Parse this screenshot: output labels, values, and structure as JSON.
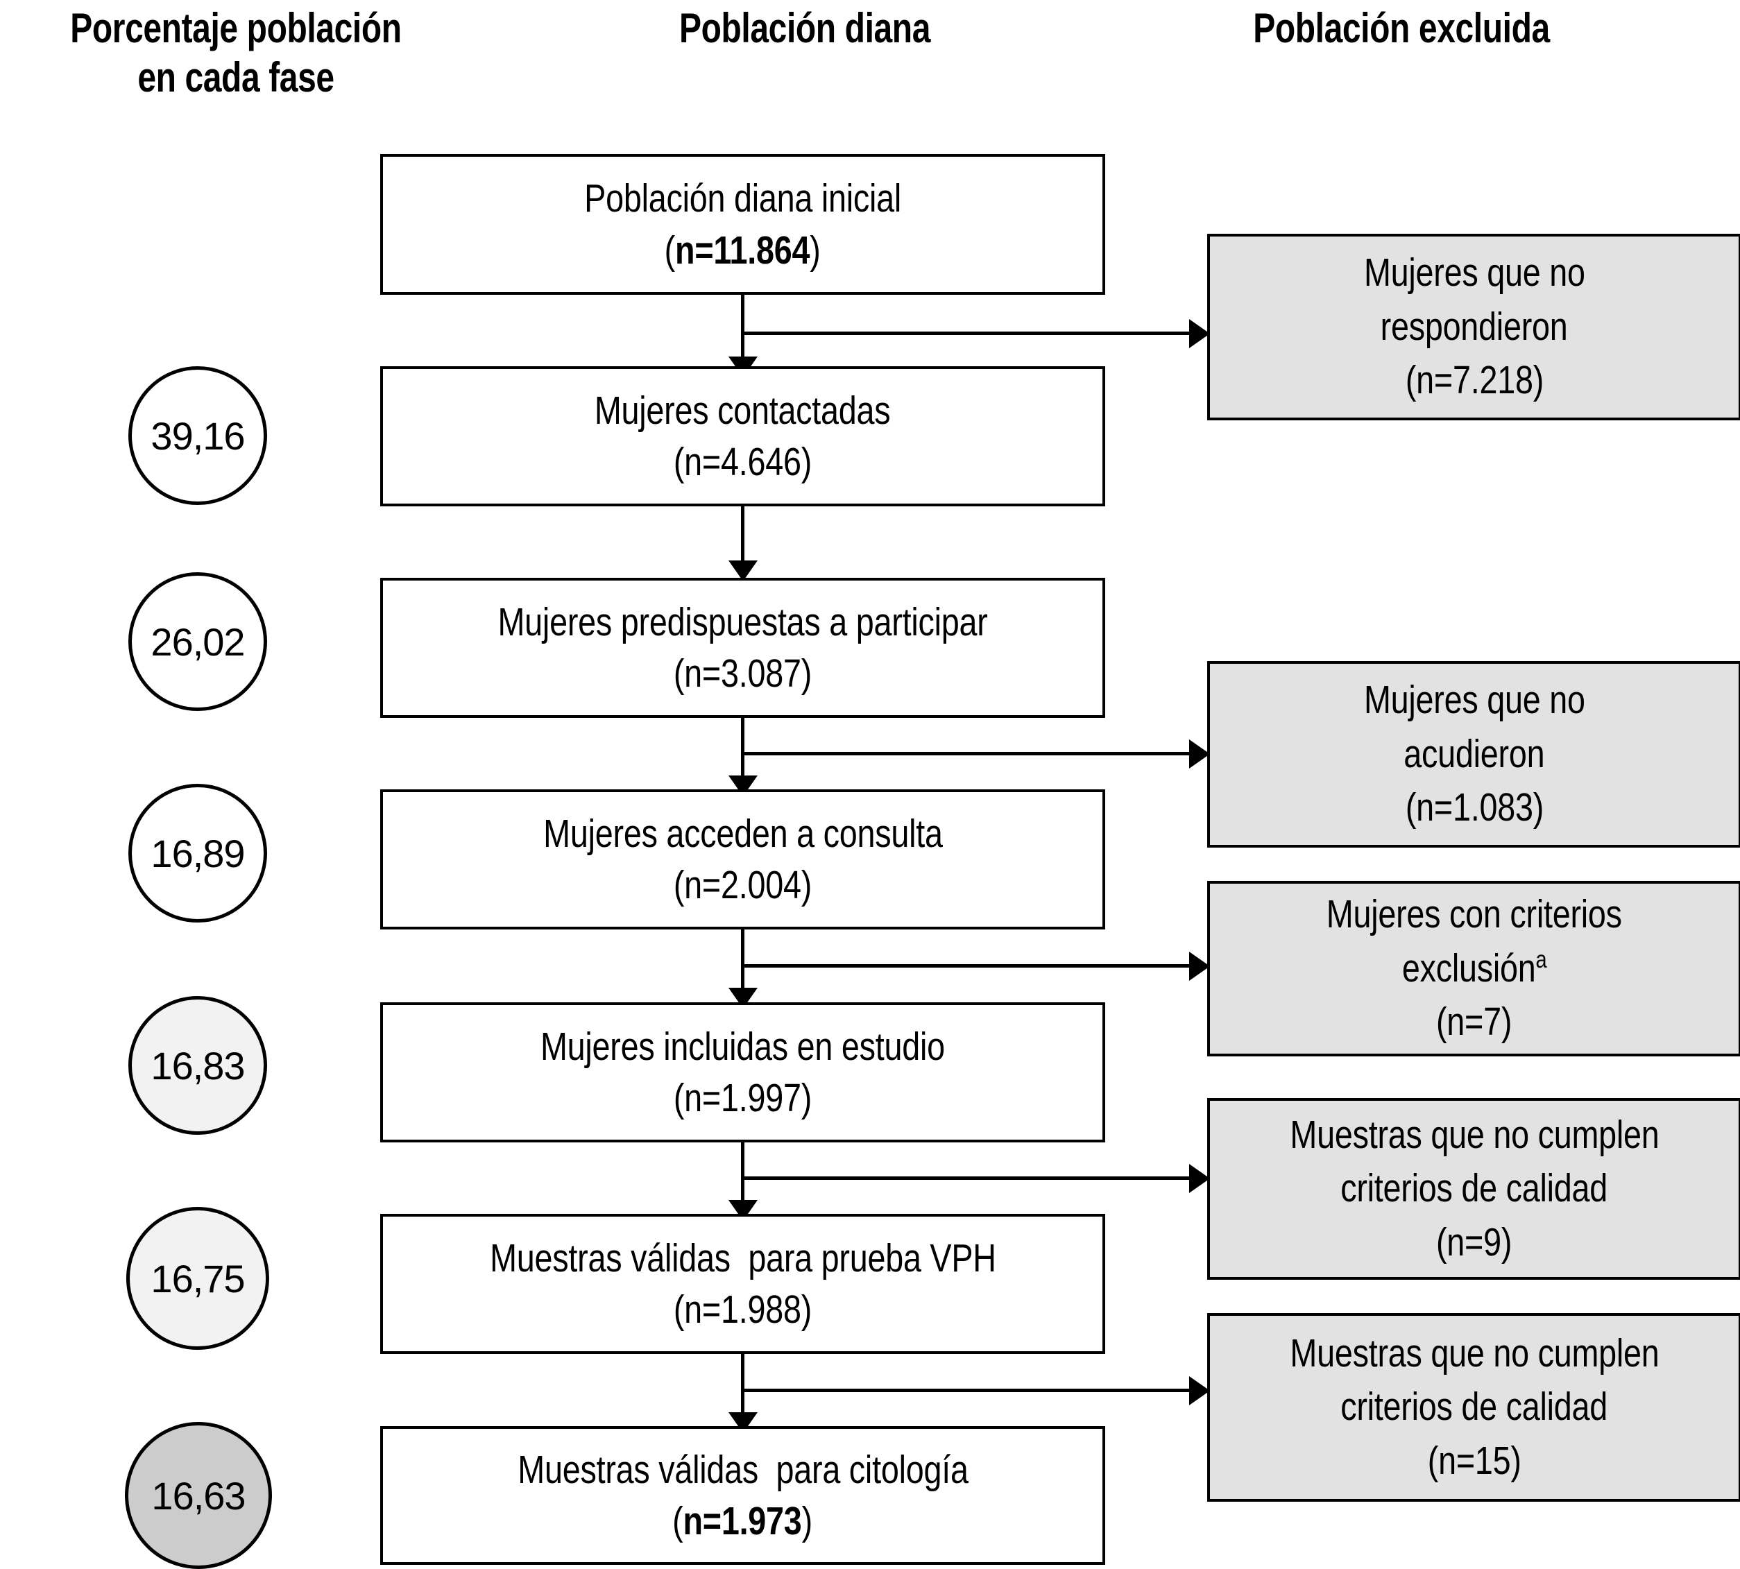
{
  "headers": {
    "percent": "Porcentaje población\nen cada fase",
    "percent_line1": "Porcentaje población",
    "percent_line2": "en cada fase",
    "target": "Población diana",
    "excluded": "Población excluida"
  },
  "percent_circles": [
    {
      "value": "39,16",
      "fill": "#ffffff"
    },
    {
      "value": "26,02",
      "fill": "#ffffff"
    },
    {
      "value": "16,89",
      "fill": "#ffffff"
    },
    {
      "value": "16,83",
      "fill": "#f2f2f2"
    },
    {
      "value": "16,75",
      "fill": "#f2f2f2"
    },
    {
      "value": "16,63",
      "fill": "#cccccc"
    }
  ],
  "flow_nodes": [
    {
      "label": "Población diana inicial",
      "n_prefix": "(",
      "n_text": "n=11.864",
      "n_suffix": ")",
      "n_bold": true
    },
    {
      "label": "Mujeres contactadas",
      "n_prefix": "(",
      "n_text": "n=4.646",
      "n_suffix": ")",
      "n_bold": false
    },
    {
      "label": "Mujeres predispuestas a participar",
      "n_prefix": "(",
      "n_text": "n=3.087",
      "n_suffix": ")",
      "n_bold": false
    },
    {
      "label": "Mujeres acceden a consulta",
      "n_prefix": "(",
      "n_text": "n=2.004",
      "n_suffix": ")",
      "n_bold": false
    },
    {
      "label": "Mujeres incluidas en estudio",
      "n_prefix": "(",
      "n_text": "n=1.997",
      "n_suffix": ")",
      "n_bold": false
    },
    {
      "label": "Muestras válidas  para prueba VPH",
      "n_prefix": "(",
      "n_text": "n=1.988",
      "n_suffix": ")",
      "n_bold": false
    },
    {
      "label": "Muestras válidas  para citología",
      "n_prefix": "(",
      "n_text": "n=1.973",
      "n_suffix": ")",
      "n_bold": true
    }
  ],
  "exclusion_nodes": [
    {
      "line1": "Mujeres que no",
      "line2": "respondieron",
      "line2_sup": "",
      "n_text": "(n=7.218)"
    },
    {
      "line1": "Mujeres que no",
      "line2": "acudieron",
      "line2_sup": "",
      "n_text": "(n=1.083)"
    },
    {
      "line1": "Mujeres con criterios",
      "line2": "exclusión",
      "line2_sup": "a",
      "n_text": "(n=7)"
    },
    {
      "line1": "Muestras que no cumplen",
      "line2": "criterios de calidad",
      "line2_sup": "",
      "n_text": "(n=9)"
    },
    {
      "line1": "Muestras que no cumplen",
      "line2": "criterios de calidad",
      "line2_sup": "",
      "n_text": "(n=15)"
    }
  ],
  "colors": {
    "stroke": "#000000",
    "node_fill": "#ffffff",
    "exclusion_fill": "#e2e2e2",
    "circle_light": "#f2f2f2",
    "circle_dark": "#cccccc",
    "background": "#ffffff"
  }
}
